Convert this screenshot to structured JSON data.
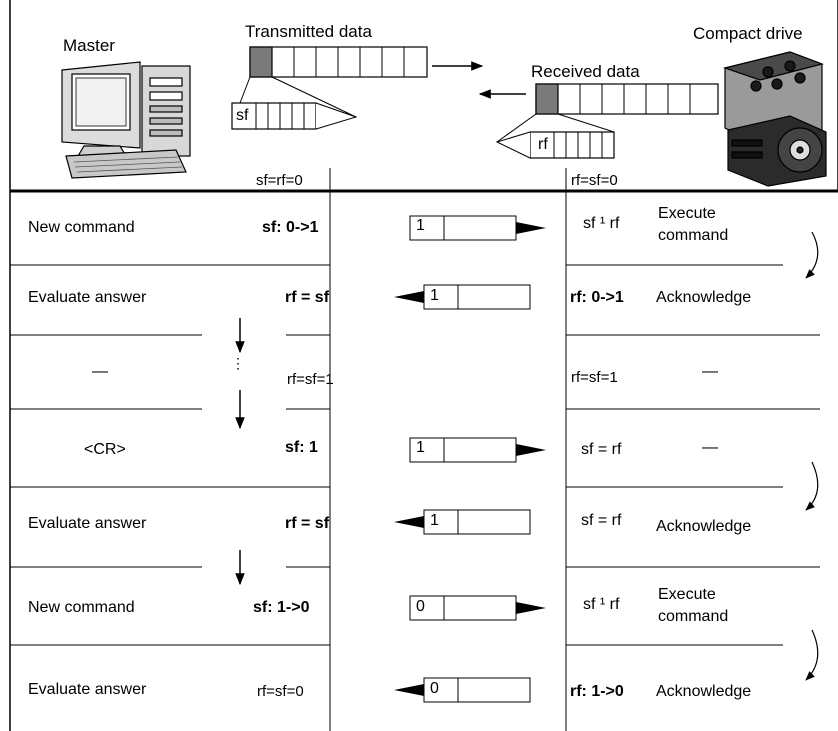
{
  "header": {
    "master_label": "Master",
    "transmitted_label": "Transmitted data",
    "received_label": "Received data",
    "drive_label": "Compact drive",
    "sf_field": "sf",
    "rf_field": "rf",
    "left_init": "sf=rf=0",
    "right_init": "rf=sf=0"
  },
  "rows": [
    {
      "master": "New command",
      "master_flag": "sf: 0->1",
      "telegram": "1",
      "direction": "right",
      "drive_flag": "sf ¹ rf",
      "drive": "Execute command"
    },
    {
      "master": "Evaluate answer",
      "master_flag": "rf = sf",
      "telegram": "1",
      "direction": "left",
      "drive_flag": "rf: 0->1",
      "drive": "Acknowledge"
    },
    {
      "master": "—",
      "master_flag": "rf=sf=1",
      "telegram": "",
      "direction": "none",
      "drive_flag": "rf=sf=1",
      "drive": "—"
    },
    {
      "master": "<CR>",
      "master_flag": "sf: 1",
      "telegram": "1",
      "direction": "right",
      "drive_flag": "sf = rf",
      "drive": "—"
    },
    {
      "master": "Evaluate answer",
      "master_flag": "rf = sf",
      "telegram": "1",
      "direction": "left",
      "drive_flag": "sf = rf",
      "drive": "Acknowledge"
    },
    {
      "master": "New command",
      "master_flag": "sf: 1->0",
      "telegram": "0",
      "direction": "right",
      "drive_flag": "sf ¹ rf",
      "drive": "Execute command"
    },
    {
      "master": "Evaluate answer",
      "master_flag": "rf=sf=0",
      "telegram": "0",
      "direction": "left",
      "drive_flag": "rf: 1->0",
      "drive": "Acknowledge"
    }
  ],
  "ellipsis": "⋮"
}
